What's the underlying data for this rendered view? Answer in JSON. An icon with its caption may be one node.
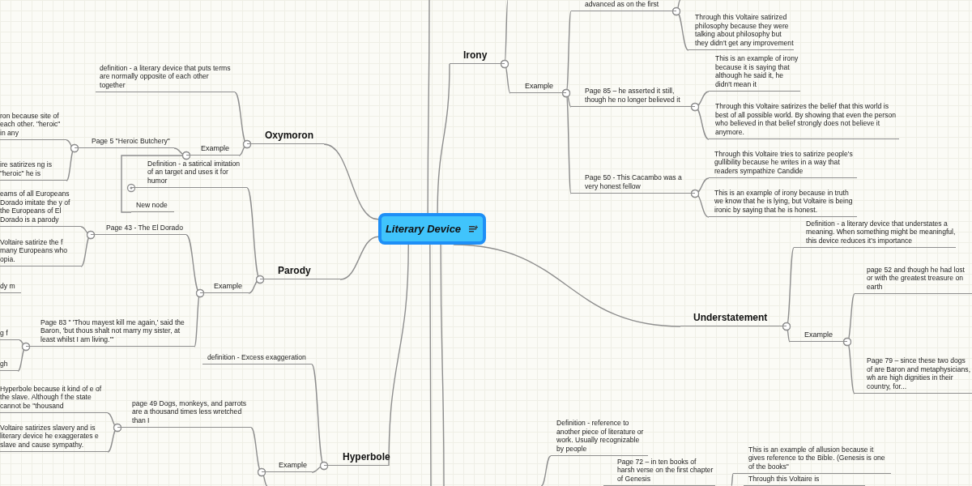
{
  "diagram": {
    "nodes": [
      {
        "text": [
          "Literary Device"
        ]
      },
      {
        "text": [
          "Irony"
        ]
      },
      {
        "text": [
          "Example"
        ]
      },
      {
        "text": [
          "advanced as on the first"
        ]
      },
      {
        "text": [
          "Through this Voltaire satirized philosophy because they were talking about philosophy but they didn't get any improvement"
        ]
      },
      {
        "text": [
          "Page 85 – he asserted it still, though he no longer believed it"
        ]
      },
      {
        "text": [
          "This is an example of irony because it is saying that although he said it, he didn't mean it"
        ]
      },
      {
        "text": [
          "Through this Voltaire satirizes the belief that this world is best of all possible world. By showing that even the person who believed in that belief strongly does not believe it anymore."
        ]
      },
      {
        "text": [
          "Page 50 - This Cacambo was a very honest fellow"
        ]
      },
      {
        "text": [
          "Through this Voltaire tries to satirize people's gullibility because he writes in a way that readers sympathize Candide"
        ]
      },
      {
        "text": [
          "This is an example of irony because in truth we know that he is lying, but Voltaire is being ironic by saying that he is honest."
        ]
      },
      {
        "text": [
          "Oxymoron"
        ]
      },
      {
        "text": [
          "definition - a literary device that puts terms are normally opposite of each other together"
        ]
      },
      {
        "text": [
          "Example"
        ]
      },
      {
        "text": [
          "Page 5 \"Heroic Butchery\""
        ]
      },
      {
        "text": [
          "Parody"
        ]
      },
      {
        "text": [
          "Definition - a satirical imitation of an target and uses it for humor"
        ]
      },
      {
        "text": [
          "New node"
        ]
      },
      {
        "text": [
          "Example"
        ]
      },
      {
        "text": [
          "Page 43 - The El Dorado"
        ]
      },
      {
        "text": [
          "Page 83 \" 'Thou mayest kill me again,' said the Baron, 'but thous shalt not marry my sister, at least whilst I am living.'\""
        ]
      },
      {
        "text": [
          "Hyperbole"
        ]
      },
      {
        "text": [
          "definition - Excess exaggeration"
        ]
      },
      {
        "text": [
          "Example"
        ]
      },
      {
        "text": [
          "page 49 Dogs, monkeys, and parrots are a thousand times less wretched than I"
        ]
      },
      {
        "text": [
          "Understatement"
        ]
      },
      {
        "text": [
          "Definition - a literary device that understates a meaning. When something might be meaningful, this device reduces it's importance"
        ]
      },
      {
        "text": [
          "Example"
        ]
      },
      {
        "text": [
          "page 52 and though he had lost or with the greatest treasure on earth"
        ]
      },
      {
        "text": [
          "Page 79 – since these two dogs of are Baron and metaphysicians, wh are high dignities in their country, for..."
        ]
      },
      {
        "text": [
          "Definition - reference to another piece of literature or work. Usually recognizable by people"
        ]
      },
      {
        "text": [
          "Page 72 – in ten books of harsh verse on the first chapter of Genesis"
        ]
      },
      {
        "text": [
          "This is an example of allusion because it gives reference to the Bible. (Genesis is one of the books\""
        ]
      },
      {
        "text": [
          "Through this Voltaire is"
        ]
      },
      {
        "text": [
          "ron because site of each other. \"heroic\" in any"
        ]
      },
      {
        "text": [
          "ire satirizes ng is \"heroic\" he is"
        ]
      },
      {
        "text": [
          "eams of all Europeans Dorado imitate the y of the Europeans of El Dorado is a parody"
        ]
      },
      {
        "text": [
          "Voltaire satirize the f many Europeans who opia."
        ]
      },
      {
        "text": [
          "dy m"
        ]
      },
      {
        "text": [
          "g f"
        ]
      },
      {
        "text": [
          "gh"
        ]
      },
      {
        "text": [
          "Hyperbole because it kind of e of the slave. Although f the state cannot be \"thousand"
        ]
      },
      {
        "text": [
          "Voltaire satirizes slavery and is literary device he exaggerates e slave and cause sympathy."
        ]
      }
    ],
    "edges": [
      {
        "from": 0,
        "to": 1,
        "arrow": "none"
      },
      {
        "from": 0,
        "to": 11,
        "arrow": "none"
      },
      {
        "from": 0,
        "to": 15,
        "arrow": "none"
      },
      {
        "from": 0,
        "to": 21,
        "arrow": "none"
      },
      {
        "from": 0,
        "to": 25,
        "arrow": "none"
      },
      {
        "from": 0,
        "to": null,
        "arrow": "none"
      },
      {
        "from": 0,
        "to": null,
        "arrow": "none"
      },
      {
        "from": 0,
        "to": null,
        "arrow": "none"
      },
      {
        "from": 1,
        "to": 2,
        "arrow": "other"
      },
      {
        "from": 1,
        "to": null,
        "arrow": "other"
      },
      {
        "from": 2,
        "to": 3,
        "arrow": "other"
      },
      {
        "from": 2,
        "to": 5,
        "arrow": "other"
      },
      {
        "from": 2,
        "to": 8,
        "arrow": "other"
      },
      {
        "from": 3,
        "to": 4,
        "arrow": "other"
      },
      {
        "from": 3,
        "to": null,
        "arrow": "other"
      },
      {
        "from": 5,
        "to": 6,
        "arrow": "other"
      },
      {
        "from": 5,
        "to": 7,
        "arrow": "other"
      },
      {
        "from": 8,
        "to": 9,
        "arrow": "other"
      },
      {
        "from": 8,
        "to": 10,
        "arrow": "other"
      },
      {
        "from": 11,
        "to": 12,
        "arrow": "other"
      },
      {
        "from": 11,
        "to": 13,
        "arrow": "other"
      },
      {
        "from": 13,
        "to": 14,
        "arrow": "other"
      },
      {
        "from": 13,
        "to": 17,
        "arrow": "other"
      },
      {
        "from": 14,
        "to": 34,
        "arrow": "other"
      },
      {
        "from": 14,
        "to": 35,
        "arrow": "other"
      },
      {
        "from": 15,
        "to": 16,
        "arrow": "other"
      },
      {
        "from": 15,
        "to": 18,
        "arrow": "other"
      },
      {
        "from": 18,
        "to": 19,
        "arrow": "other"
      },
      {
        "from": 18,
        "to": 20,
        "arrow": "other"
      },
      {
        "from": 19,
        "to": 36,
        "arrow": "other"
      },
      {
        "from": 19,
        "to": 37,
        "arrow": "other"
      },
      {
        "from": 20,
        "to": 39,
        "arrow": "other"
      },
      {
        "from": 20,
        "to": 40,
        "arrow": "other"
      },
      {
        "from": 21,
        "to": 22,
        "arrow": "other"
      },
      {
        "from": 21,
        "to": 23,
        "arrow": "other"
      },
      {
        "from": 23,
        "to": 24,
        "arrow": "other"
      },
      {
        "from": 23,
        "to": null,
        "arrow": "other"
      },
      {
        "from": 24,
        "to": 41,
        "arrow": "other"
      },
      {
        "from": 24,
        "to": 42,
        "arrow": "other"
      },
      {
        "from": 25,
        "to": 26,
        "arrow": "other"
      },
      {
        "from": 25,
        "to": 27,
        "arrow": "other"
      },
      {
        "from": 27,
        "to": 28,
        "arrow": "other"
      },
      {
        "from": 27,
        "to": 29,
        "arrow": "other"
      },
      {
        "from": null,
        "to": 30,
        "arrow": "none"
      },
      {
        "from": null,
        "to": 32,
        "arrow": "none"
      }
    ]
  }
}
